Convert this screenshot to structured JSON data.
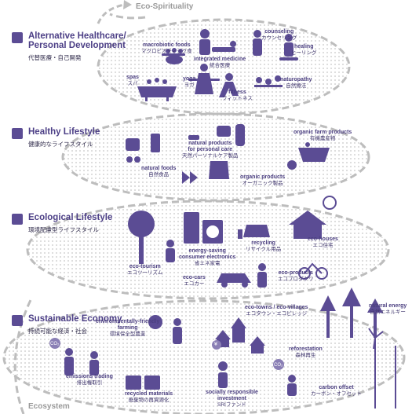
{
  "axis": {
    "top_label": "Eco-Spirituality",
    "bottom_label": "Ecosystem"
  },
  "tiers": [
    {
      "id": "healthcare",
      "title_line1": "Alternative Healthcare/",
      "title_line2": "Personal Development",
      "subtitle": "代替医療・自己開発",
      "icon": "heart-icon"
    },
    {
      "id": "healthy",
      "title_line1": "Healthy Lifestyle",
      "subtitle": "健康的なライフスタイル",
      "icon": "fork-knife-icon"
    },
    {
      "id": "ecological",
      "title_line1": "Ecological Lifestyle",
      "subtitle": "環境配慮型ライフスタイル",
      "icon": "bars-icon"
    },
    {
      "id": "sustainable",
      "title_line1": "Sustainable Economy",
      "subtitle": "持続可能な経済・社会",
      "icon": "globe-icon"
    }
  ],
  "items": {
    "macrobiotic": {
      "en": "macrobiotic foods",
      "jp": "マクロビオティック食"
    },
    "integrated_medicine": {
      "en": "integrated medicine",
      "jp": "統合医療"
    },
    "counseling": {
      "en": "counseling",
      "jp": "カウンセリング"
    },
    "healing": {
      "en": "healing",
      "jp": "ヒーリング"
    },
    "spas": {
      "en": "spas",
      "jp": "スパ"
    },
    "yoga": {
      "en": "yoga",
      "jp": "ヨガ"
    },
    "fitness": {
      "en": "fitness",
      "jp": "フィットネス"
    },
    "naturopathy": {
      "en": "naturopathy",
      "jp": "自然療法"
    },
    "natural_products": {
      "en": "natural products\nfor personal care",
      "jp": "天然パーソナルケア製品"
    },
    "organic_farm": {
      "en": "organic farm products",
      "jp": "有機農産物"
    },
    "natural_foods": {
      "en": "natural foods",
      "jp": "自然食品"
    },
    "organic_products": {
      "en": "organic products",
      "jp": "オーガニック製品"
    },
    "energy_saving": {
      "en": "energy-saving\nconsumer electronics",
      "jp": "省エネ家電"
    },
    "recycling": {
      "en": "recycling",
      "jp": "リサイクル用品"
    },
    "eco_houses": {
      "en": "eco-houses",
      "jp": "エコ住宅"
    },
    "eco_tourism": {
      "en": "eco-tourism",
      "jp": "エコツーリズム"
    },
    "eco_cars": {
      "en": "eco-cars",
      "jp": "エコカー"
    },
    "eco_products": {
      "en": "eco-products",
      "jp": "エコプロダクツ"
    },
    "env_farming": {
      "en": "environmentally-friendly\nfarming",
      "jp": "環境保全型農業"
    },
    "eco_towns": {
      "en": "eco-towns / eco-villages",
      "jp": "エコタウン・エコビレッジ"
    },
    "natural_energy": {
      "en": "natural energy",
      "jp": "自然エネルギー"
    },
    "reforestation": {
      "en": "reforestation",
      "jp": "森林再生"
    },
    "emissions_trading": {
      "en": "emissions trading",
      "jp": "排出権取引"
    },
    "recycled_materials": {
      "en": "recycled materials",
      "jp": "廃棄物の再資源化"
    },
    "sri": {
      "en": "socially responsible\ninvestment",
      "jp": "SRIファンド"
    },
    "carbon_offset": {
      "en": "carbon offset",
      "jp": "カーボン・オフセット"
    }
  },
  "badges": {
    "co2": "CO₂",
    "yen": "¥"
  },
  "colors": {
    "primary": "#5b4c94",
    "track": "#bdbdbd",
    "dots": "#d6d6d6",
    "text": "#4b3f80"
  }
}
